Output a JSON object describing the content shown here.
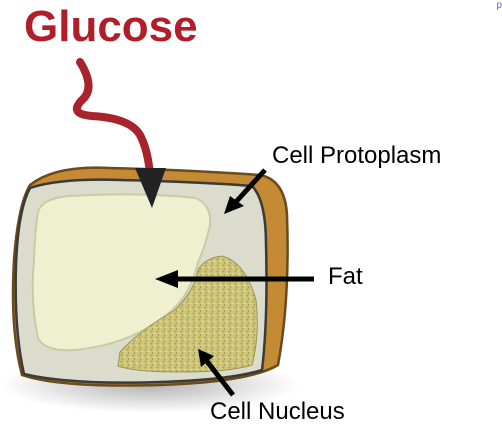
{
  "title": "Glucose",
  "corner_text": "p",
  "labels": {
    "protoplasm": "Cell Protoplasm",
    "fat": "Fat",
    "nucleus": "Cell Nucleus"
  },
  "colors": {
    "title": "#b01e2a",
    "glucose_arrow": "#a8242c",
    "cell_border": "#c48a34",
    "cell_body": "#dcdccc",
    "fat": "#eef0d0",
    "nucleus": "#cfc67a",
    "arrow": "#000000"
  }
}
